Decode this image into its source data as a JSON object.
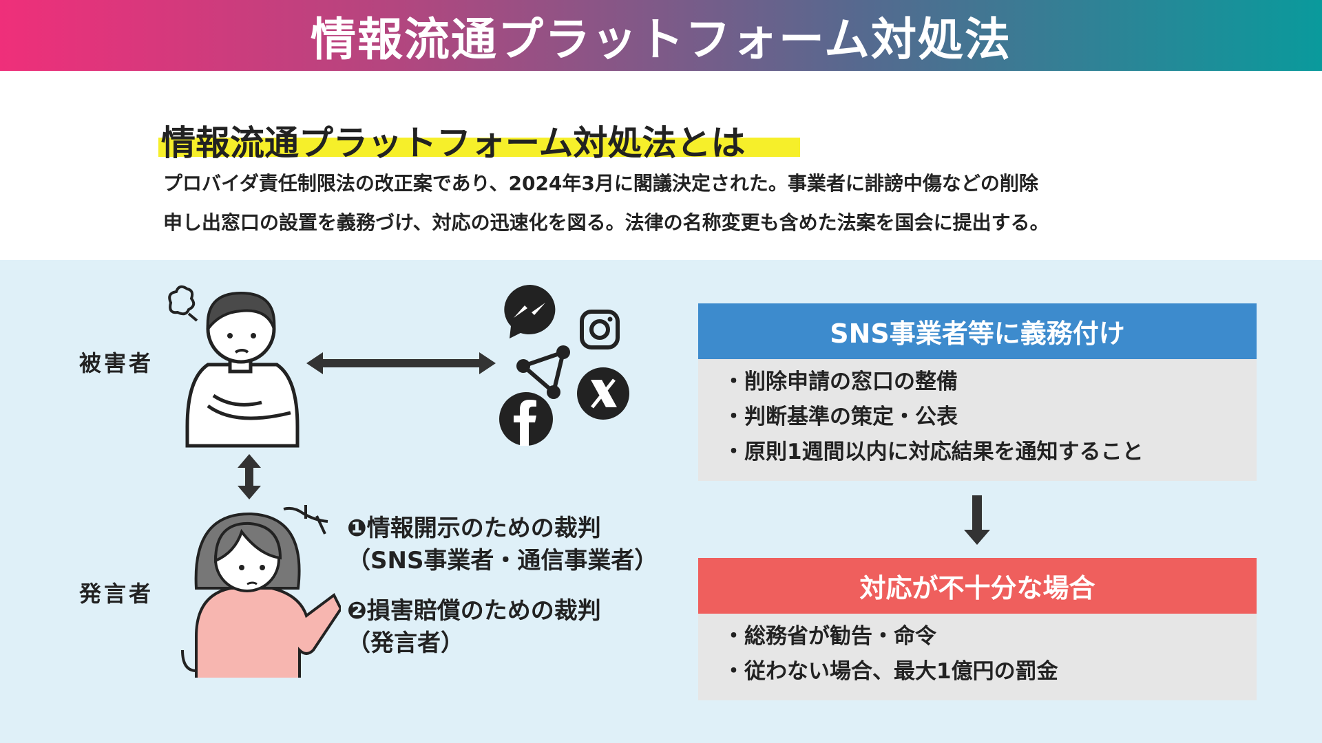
{
  "header": {
    "title": "情報流通プラットフォーム対処法"
  },
  "intro": {
    "heading": "情報流通プラットフォーム対処法とは",
    "lines": [
      "プロバイダ責任制限法の改正案であり、2024年3月に閣議決定された。事業者に誹謗中傷などの削除",
      "申し出窓口の設置を義務づけ、対応の迅速化を図る。法律の名称変更も含めた法案を国会に提出する。"
    ]
  },
  "diagram": {
    "victim_label": "被害者",
    "speaker_label": "発言者",
    "trials": [
      "❶情報開示のための裁判",
      "（SNS事業者・通信事業者）",
      "❷損害賠償のための裁判",
      "（発言者）"
    ],
    "icons": [
      "messenger-icon",
      "instagram-icon",
      "share-icon",
      "x-icon",
      "facebook-icon"
    ]
  },
  "obligations": {
    "title": "SNS事業者等に義務付け",
    "color": "#3d8bcd",
    "items": [
      "・削除申請の窓口の整備",
      "・判断基準の策定・公表",
      "・原則1週間以内に対応結果を通知すること"
    ]
  },
  "insufficient": {
    "title": "対応が不十分な場合",
    "color": "#ef5f5d",
    "items": [
      "・総務省が勧告・命令",
      "・従わない場合、最大1億円の罰金"
    ]
  }
}
